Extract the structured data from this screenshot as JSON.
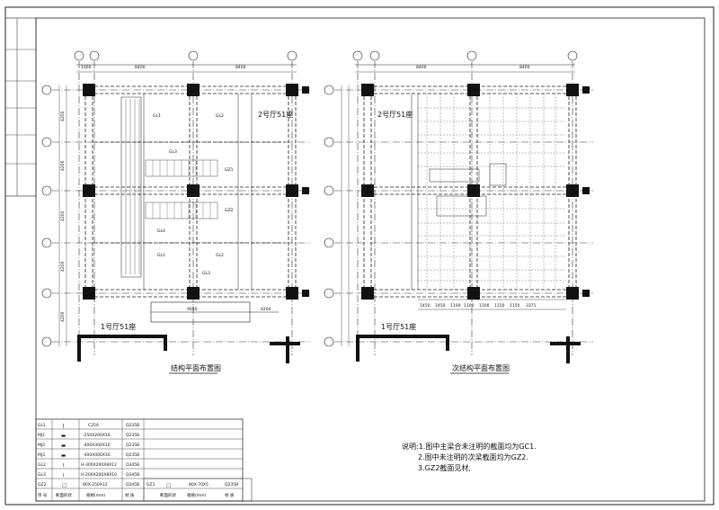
{
  "left_plan": {
    "top_dims": [
      "1000",
      "8400",
      "8400"
    ],
    "side_dims": [
      "4200",
      "4200",
      "4200",
      "4200",
      "4200"
    ],
    "room_top_label": "2号厅51座",
    "room_bottom_label": "1号厅51座",
    "caption": "结构平面布置图",
    "inner_dims": [
      "9050",
      "4200"
    ],
    "members": [
      "GL1",
      "GL2",
      "GL3",
      "GZ1",
      "GZ2",
      "GL4",
      "GL1",
      "GL2",
      "GL3"
    ]
  },
  "right_plan": {
    "top_dims": [
      "8400",
      "8400"
    ],
    "room_top_label": "2号厅51座",
    "room_bottom_label": "1号厅51座",
    "caption": "次结构平面布置图",
    "bottom_dims": [
      "1450",
      "1450",
      "1100",
      "1100",
      "1100",
      "1150",
      "1150",
      "3371"
    ]
  },
  "notes": {
    "line1": "说明:1.图中主梁合未注明的截面均为GC1.",
    "line2": "2.图中未注明的次梁截面均为GZ2.",
    "line3": "3.GZ2截面见材,"
  },
  "table": {
    "headers": [
      "序 号",
      "断面形状",
      "规格(mm)",
      "材 质"
    ],
    "rows": [
      {
        "no": "GL1",
        "shape": "[",
        "spec": "C25A",
        "mat": "Q235B"
      },
      {
        "no": "MJ1",
        "shape": "▬",
        "spec": "-250X200X16",
        "mat": "Q235B"
      },
      {
        "no": "MJ2",
        "shape": "▬",
        "spec": "-400X300X16",
        "mat": "Q235B"
      },
      {
        "no": "MJ3",
        "shape": "▬",
        "spec": "-400X400X16",
        "mat": "Q235B"
      },
      {
        "no": "GL2",
        "shape": "I",
        "spec": "H-300X200X8X12",
        "mat": "Q345B"
      },
      {
        "no": "GL3",
        "shape": "I",
        "spec": "H-200X200X8X10",
        "mat": "Q345B"
      },
      {
        "no": "GZ2",
        "shape": "□",
        "spec": "80X-250X12",
        "mat": "Q345B"
      }
    ],
    "right_row": {
      "no": "GZ1",
      "shape": "□",
      "spec": "80X-70X5",
      "mat": "Q235B"
    }
  }
}
